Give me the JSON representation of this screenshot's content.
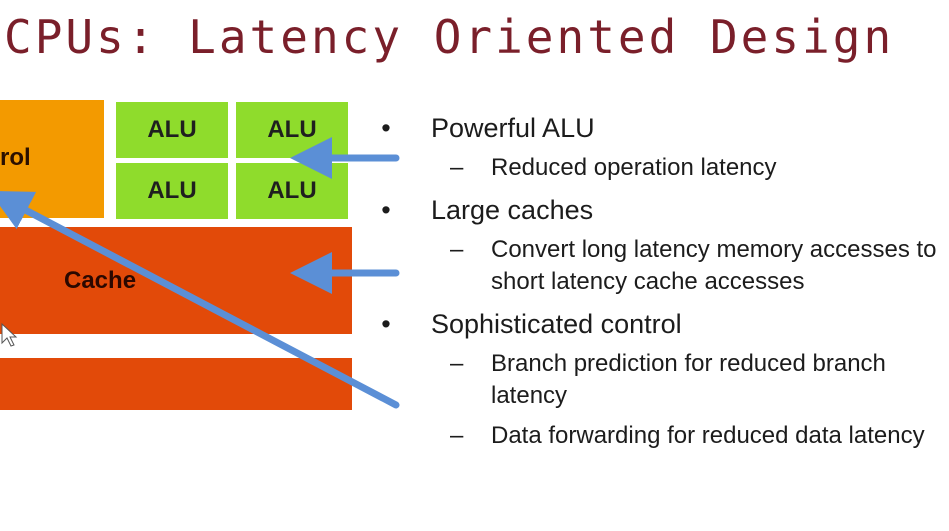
{
  "title": "CPUs: Latency Oriented Design",
  "diagram": {
    "control_label": "rol",
    "alu_labels": [
      "ALU",
      "ALU",
      "ALU",
      "ALU"
    ],
    "cache_label": "Cache",
    "colors": {
      "control": "#f39a00",
      "alu": "#8fdc2c",
      "cache": "#e24a09",
      "arrow": "#5b8fd6",
      "title": "#7a1f2a"
    }
  },
  "bullets": [
    {
      "text": "Powerful ALU",
      "subs": [
        "Reduced operation latency"
      ]
    },
    {
      "text": "Large caches",
      "subs": [
        "Convert long latency memory accesses to short latency cache accesses"
      ]
    },
    {
      "text": "Sophisticated control",
      "subs": [
        "Branch prediction for reduced branch latency",
        "Data forwarding for reduced data latency"
      ]
    }
  ]
}
